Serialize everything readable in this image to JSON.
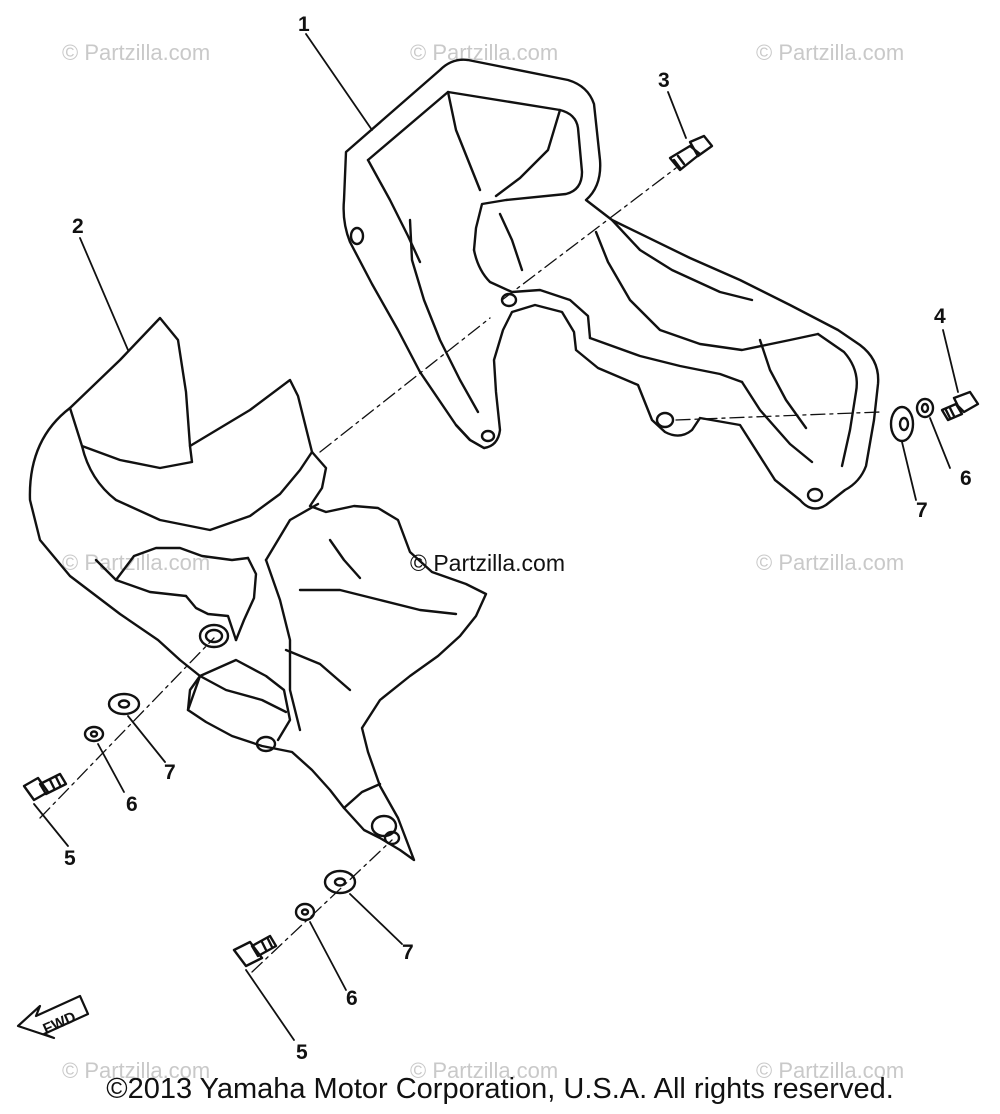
{
  "watermark": {
    "text": "© Partzilla.com",
    "center_text": "© Partzilla.com"
  },
  "callouts": [
    {
      "id": "c1",
      "label": "1"
    },
    {
      "id": "c2",
      "label": "2"
    },
    {
      "id": "c3",
      "label": "3"
    },
    {
      "id": "c4",
      "label": "4"
    },
    {
      "id": "c5a",
      "label": "5"
    },
    {
      "id": "c5b",
      "label": "5"
    },
    {
      "id": "c6a",
      "label": "6"
    },
    {
      "id": "c6b",
      "label": "6"
    },
    {
      "id": "c6c",
      "label": "6"
    },
    {
      "id": "c7a",
      "label": "7"
    },
    {
      "id": "c7b",
      "label": "7"
    },
    {
      "id": "c7c",
      "label": "7"
    }
  ],
  "fwd_label": "FWD",
  "copyright": "©2013 Yamaha Motor Corporation, U.S.A. All rights reserved.",
  "colors": {
    "line": "#111111",
    "watermark": "#c9c9c9",
    "background": "#ffffff"
  }
}
